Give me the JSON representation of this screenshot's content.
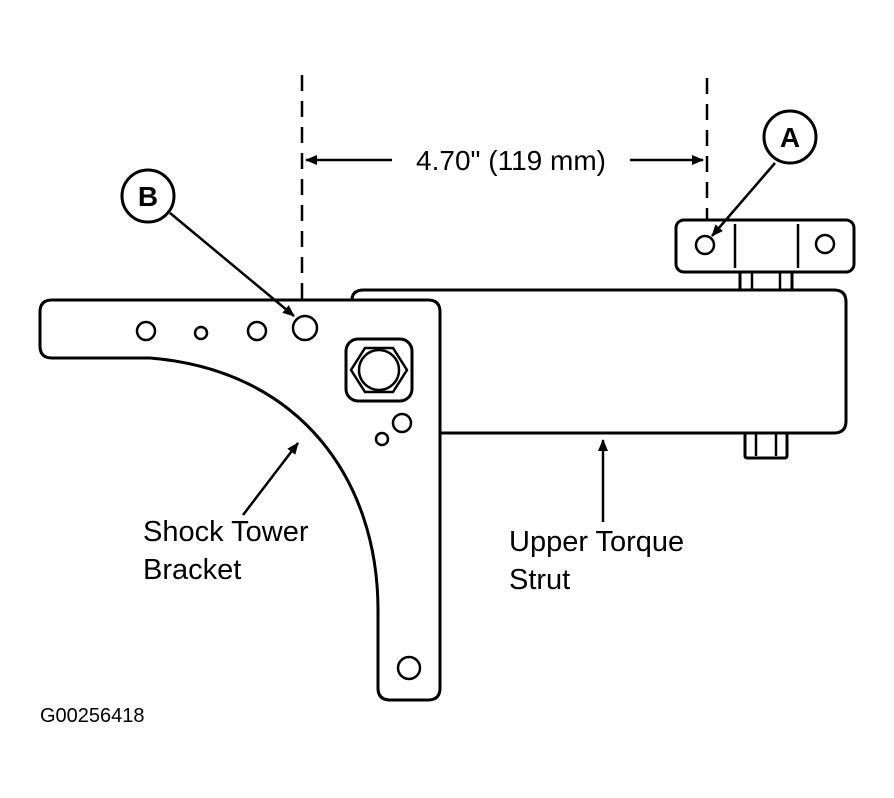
{
  "dimension": {
    "text": "4.70\" (119 mm)"
  },
  "callouts": {
    "a": "A",
    "b": "B"
  },
  "labels": {
    "shock_tower_bracket": [
      "Shock Tower",
      "Bracket"
    ],
    "upper_torque_strut": [
      "Upper Torque",
      "Strut"
    ]
  },
  "figure_id": "G00256418"
}
